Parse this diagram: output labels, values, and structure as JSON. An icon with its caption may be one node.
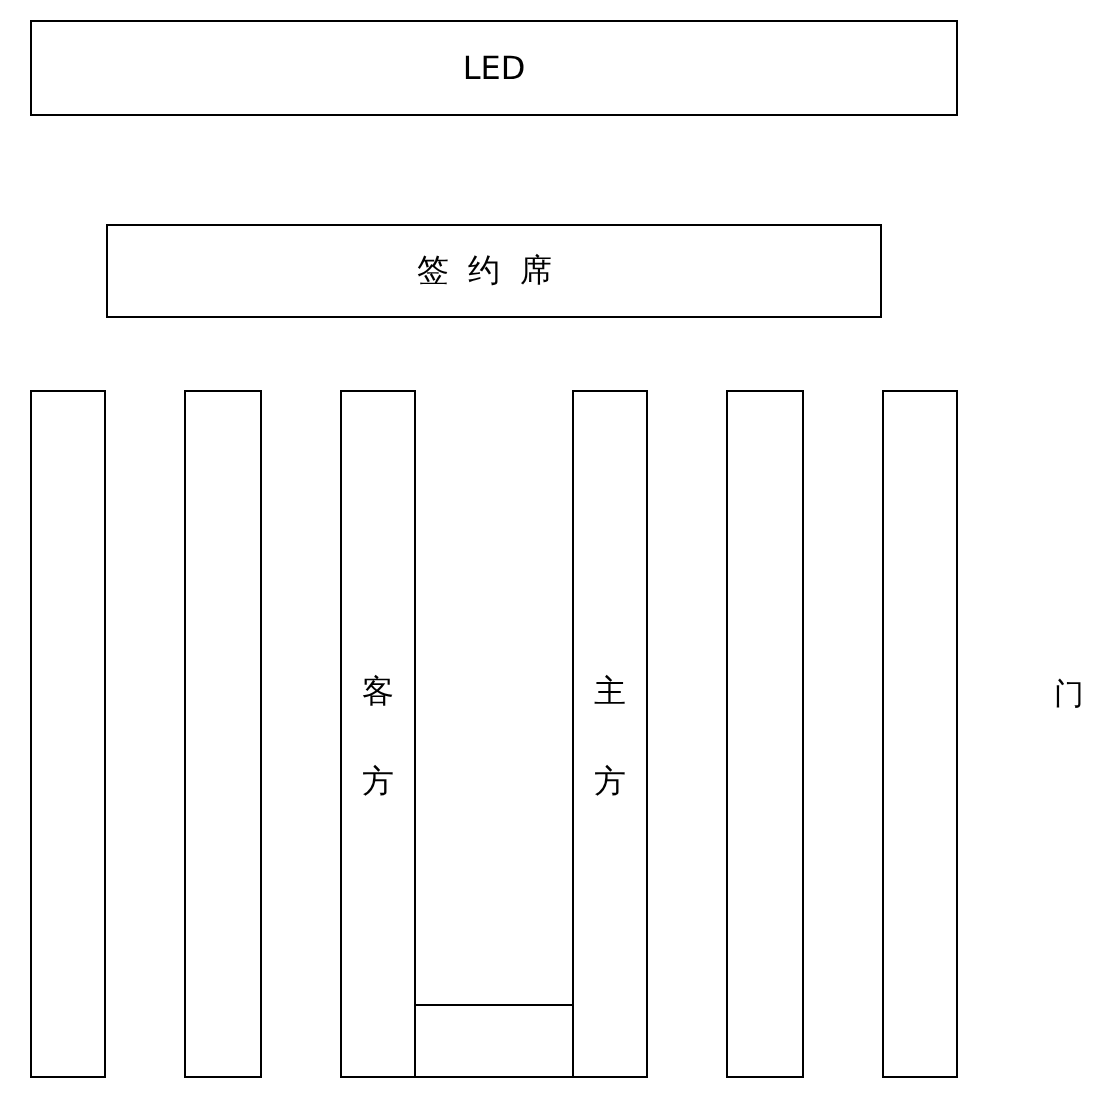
{
  "diagram": {
    "nodes": [
      {
        "text": [
          "LED"
        ]
      },
      {
        "text": [
          "签约席"
        ]
      },
      {
        "text": [],
        "shape": "box"
      },
      {
        "text": [],
        "shape": "box"
      },
      {
        "text": [
          "客方"
        ]
      },
      {
        "text": [],
        "shape": "box"
      },
      {
        "text": [
          "主方"
        ]
      },
      {
        "text": [],
        "shape": "box"
      },
      {
        "text": [],
        "shape": "box"
      }
    ],
    "labels": [
      "门"
    ]
  }
}
